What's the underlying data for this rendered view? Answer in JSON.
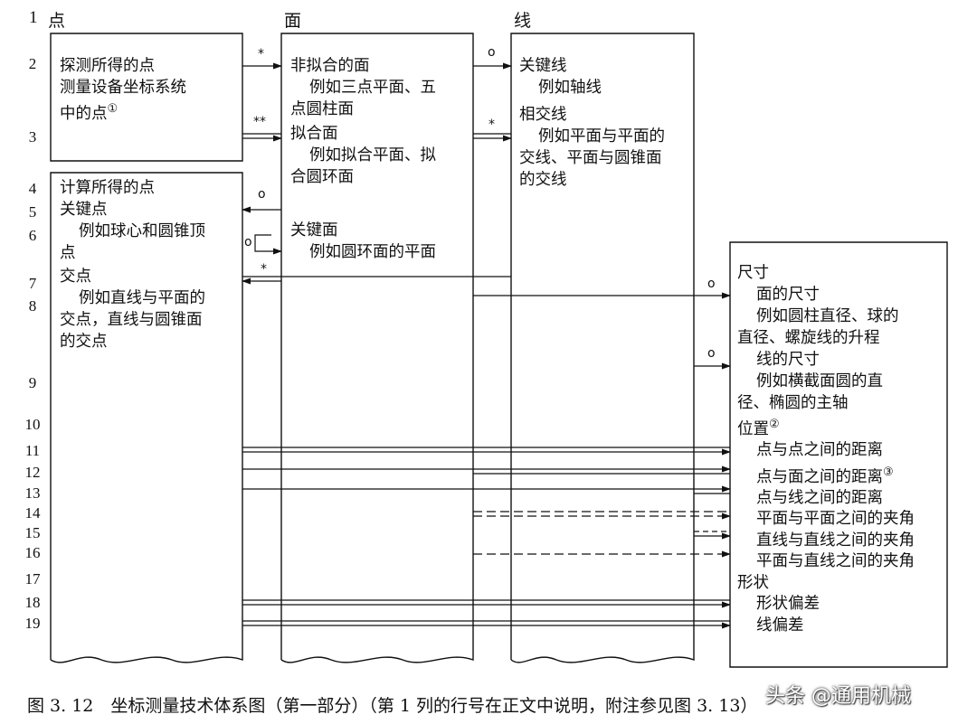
{
  "column_headers": {
    "num": "1",
    "point": "点",
    "surface": "面",
    "line": "线"
  },
  "row_numbers": [
    "2",
    "3",
    "4",
    "5",
    "6",
    "7",
    "8",
    "9",
    "10",
    "11",
    "12",
    "13",
    "14",
    "15",
    "16",
    "17",
    "18",
    "19"
  ],
  "points_box": {
    "lines": [
      "探测所得的点",
      "测量设备坐标系统",
      "中的点"
    ],
    "footnote": "①"
  },
  "calc_box": {
    "title": "计算所得的点",
    "key_point": "关键点",
    "key_point_example": [
      "例如球心和圆锥顶",
      "点"
    ],
    "intersection": "交点",
    "intersection_example": [
      "例如直线与平面的",
      "交点，直线与圆锥面",
      "的交点"
    ]
  },
  "surface_box": {
    "non_fitted": "非拟合的面",
    "non_fitted_example": [
      "例如三点平面、五",
      "点圆柱面"
    ],
    "fitted": "拟合面",
    "fitted_example": [
      "例如拟合平面、拟",
      "合圆环面"
    ],
    "key_surface": "关键面",
    "key_surface_example": "例如圆环面的平面"
  },
  "line_box": {
    "key_line": "关键线",
    "key_line_example": "例如轴线",
    "intersect_line": "相交线",
    "intersect_line_example": [
      "例如平面与平面的",
      "交线、平面与圆锥面",
      "的交线"
    ]
  },
  "result_box": {
    "dimension": "尺寸",
    "surface_dim": "面的尺寸",
    "surface_dim_example": [
      "例如圆柱直径、球的",
      "直径、螺旋线的升程"
    ],
    "line_dim": "线的尺寸",
    "line_dim_example": [
      "例如横截面圆的直",
      "径、椭圆的主轴"
    ],
    "position": "位置",
    "position_footnote": "②",
    "position_items": [
      "点与点之间的距离",
      "点与面之间的距离",
      "点与线之间的距离",
      "平面与平面之间的夹角",
      "直线与直线之间的夹角",
      "平面与直线之间的夹角"
    ],
    "point_surface_footnote": "③",
    "form": "形状",
    "form_items": [
      "形状偏差",
      "线偏差"
    ]
  },
  "symbols": {
    "single": "*",
    "double": "**",
    "circle": "o"
  },
  "caption": "图 3. 12　坐标测量技术体系图（第一部分）（第 1 列的行号在正文中说明，附注参见图 3. 13）",
  "watermark": "头条 @通用机械"
}
